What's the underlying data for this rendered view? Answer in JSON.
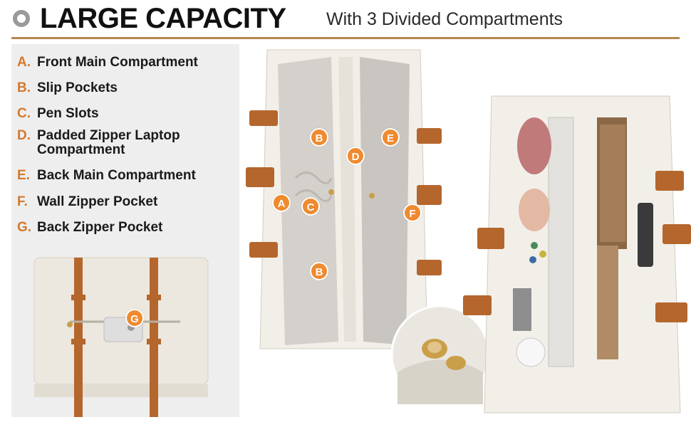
{
  "header": {
    "title": "LARGE CAPACITY",
    "subtitle": "With 3 Divided Compartments"
  },
  "features": [
    {
      "letter": "A.",
      "label": "Front Main Compartment"
    },
    {
      "letter": "B.",
      "label": "Slip Pockets"
    },
    {
      "letter": "C.",
      "label": "Pen Slots"
    },
    {
      "letter": "D.",
      "label": "Padded Zipper Laptop Compartment"
    },
    {
      "letter": "E.",
      "label": "Back Main Compartment"
    },
    {
      "letter": "F.",
      "label": "Wall Zipper Pocket"
    },
    {
      "letter": "G.",
      "label": "Back Zipper Pocket"
    }
  ],
  "badges": {
    "a": "A",
    "b1": "B",
    "b2": "B",
    "c": "C",
    "d": "D",
    "e": "E",
    "f": "F",
    "g": "G"
  },
  "colors": {
    "accent": "#d6782c",
    "badge": "#ef8a2e",
    "rule": "#b7874f",
    "leather": "#b5662c",
    "bag": "#ece8df"
  }
}
